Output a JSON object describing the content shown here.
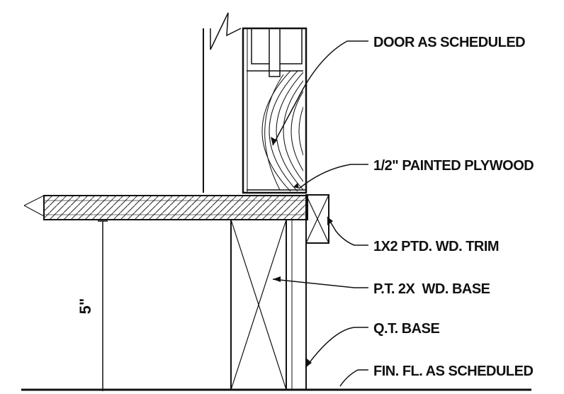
{
  "labels": {
    "door": "DOOR AS SCHEDULED",
    "plywood": "1/2\" PAINTED PLYWOOD",
    "trim": "1X2 PTD. WD. TRIM",
    "base": "P.T. 2X  WD. BASE",
    "qt_base": "Q.T. BASE",
    "floor": "FIN. FL. AS SCHEDULED"
  },
  "dimension": {
    "height": "5\""
  },
  "colors": {
    "ink": "#111111",
    "background": "#ffffff"
  }
}
